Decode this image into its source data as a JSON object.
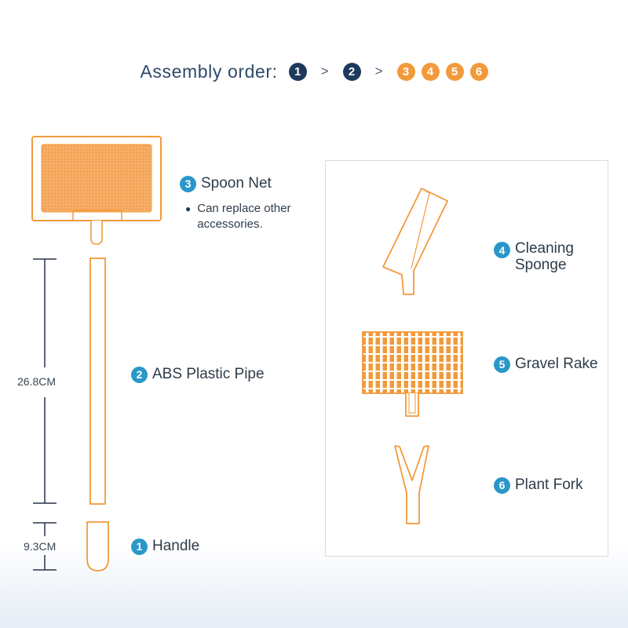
{
  "header": {
    "label": "Assembly order:",
    "steps_dark": [
      "1",
      "2"
    ],
    "separator": ">",
    "steps_orange": [
      "3",
      "4",
      "5",
      "6"
    ]
  },
  "parts": {
    "spoon_net": {
      "num": "3",
      "label": "Spoon Net",
      "note": "Can replace other accessories."
    },
    "pipe": {
      "num": "2",
      "label": "ABS Plastic Pipe"
    },
    "handle": {
      "num": "1",
      "label": "Handle"
    },
    "sponge": {
      "num": "4",
      "label_line1": "Cleaning",
      "label_line2": "Sponge"
    },
    "rake": {
      "num": "5",
      "label": "Gravel Rake"
    },
    "fork": {
      "num": "6",
      "label": "Plant Fork"
    }
  },
  "dimensions": {
    "pipe_length": "26.8CM",
    "handle_length": "9.3CM"
  },
  "colors": {
    "accent_orange": "#f29a3b",
    "navy": "#1d3a5c",
    "badge_blue": "#2a97c9",
    "dim_line": "#26344a"
  }
}
